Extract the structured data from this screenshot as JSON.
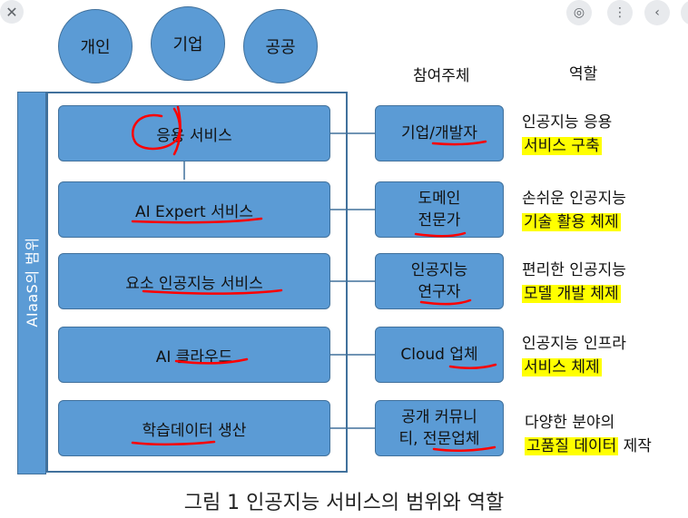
{
  "participants": [
    "개인",
    "기업",
    "공공"
  ],
  "headers": {
    "actor": "참여주체",
    "role": "역할"
  },
  "sidebar_label": "AIaaS의 범위",
  "services": [
    "응용 서비스",
    "AI Expert 서비스",
    "요소 인공지능 서비스",
    "AI 클라우드",
    "학습데이터 생산"
  ],
  "actors": [
    [
      "기업/개발자"
    ],
    [
      "도메인",
      "전문가"
    ],
    [
      "인공지능",
      "연구자"
    ],
    [
      "Cloud 업체"
    ],
    [
      "공개 커뮤니",
      "티, 전문업체"
    ]
  ],
  "roles": [
    {
      "line1": "인공지능 응용",
      "line2": "서비스 구축"
    },
    {
      "line1": "손쉬운 인공지능",
      "line2": "기술 활용 체제"
    },
    {
      "line1": "편리한 인공지능",
      "line2": "모델 개발 체제"
    },
    {
      "line1": "인공지능 인프라",
      "line2": "서비스 체제"
    },
    {
      "line1": "다양한 분야의",
      "line2a": "고품질 데이터",
      "line2b": " 제작"
    }
  ],
  "caption": "그림 1 인공지능 서비스의 범위와 역할",
  "colors": {
    "box_fill": "#5b9bd5",
    "box_border": "#41719c",
    "highlight": "#ffff00",
    "ink": "#ff0000"
  }
}
